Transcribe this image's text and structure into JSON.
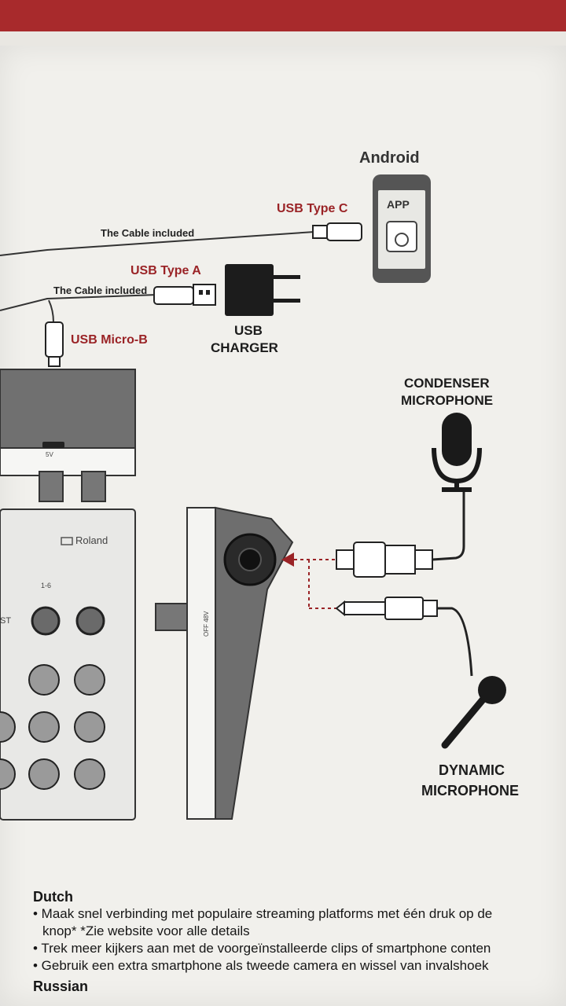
{
  "labels": {
    "android": "Android",
    "app": "APP",
    "usb_type_c": "USB Type C",
    "cable_included_1": "The Cable included",
    "usb_type_a": "USB Type A",
    "cable_included_2": "The Cable included",
    "usb_micro_b": "USB Micro-B",
    "usb_charger_1": "USB",
    "usb_charger_2": "CHARGER",
    "condenser_1": "CONDENSER",
    "condenser_2": "MICROPHONE",
    "dynamic_1": "DYNAMIC",
    "dynamic_2": "MICROPHONE",
    "roland": "Roland",
    "channel": "1-6",
    "port_label": "5V",
    "phantom": "OFF 48V",
    "st": "ST"
  },
  "text": {
    "dutch_heading": "Dutch",
    "line1": "• Maak snel verbinding met populaire streaming platforms met één druk op de",
    "line2": "knop* *Zie website voor alle details",
    "line3": "• Trek meer kijkers aan met de voorgeïnstalleerde clips of smartphone conten",
    "line4": "• Gebruik een extra smartphone als tweede camera en wissel van invalshoek",
    "russian_heading": "Russian"
  },
  "colors": {
    "accent_red": "#9a2326",
    "device_gray": "#6e6e6e",
    "box_white": "#f1f0ec"
  }
}
